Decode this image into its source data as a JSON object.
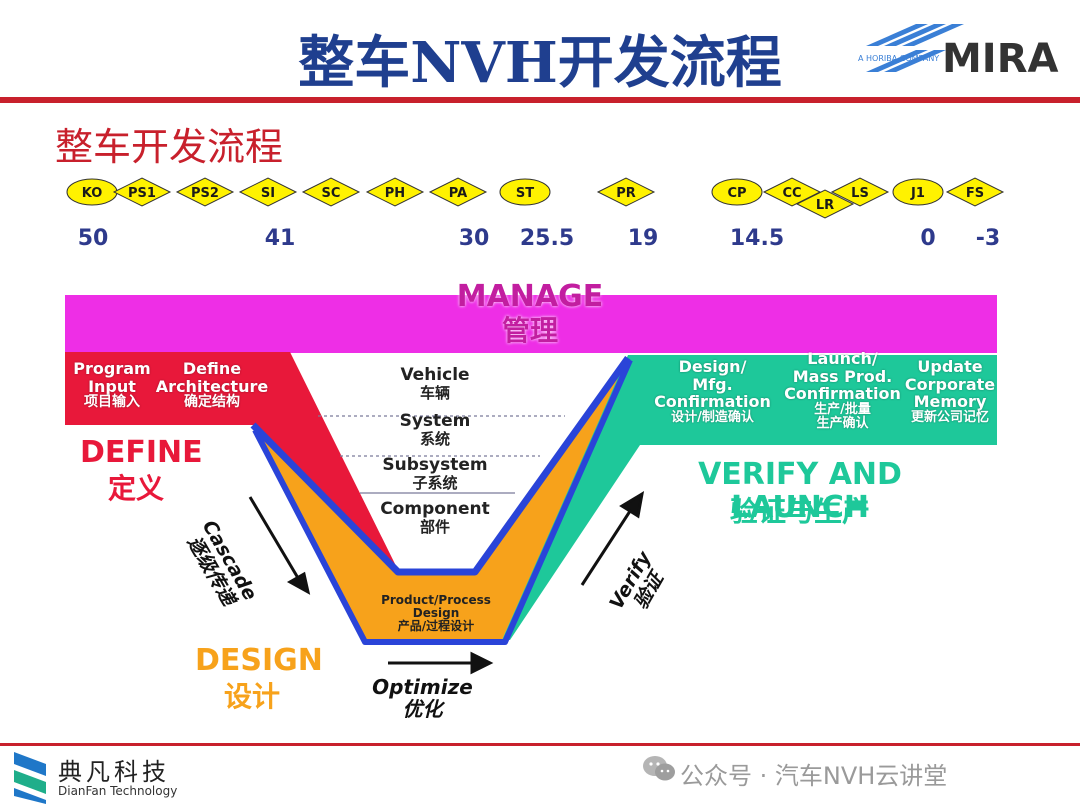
{
  "title": "整车NVH开发流程",
  "subtitle": "整车开发流程",
  "logo": {
    "tagline": "A HORIBA COMPANY",
    "brand": "MIRA"
  },
  "milestones": [
    {
      "label": "KO",
      "shape": "ellipse"
    },
    {
      "label": "PS1",
      "shape": "diamond"
    },
    {
      "label": "PS2",
      "shape": "diamond"
    },
    {
      "label": "SI",
      "shape": "diamond"
    },
    {
      "label": "SC",
      "shape": "diamond"
    },
    {
      "label": "PH",
      "shape": "diamond"
    },
    {
      "label": "PA",
      "shape": "diamond"
    },
    {
      "label": "ST",
      "shape": "ellipse"
    },
    {
      "label": "PR",
      "shape": "diamond"
    },
    {
      "label": "CP",
      "shape": "ellipse"
    },
    {
      "label": "CC",
      "shape": "diamond"
    },
    {
      "label": "LR",
      "shape": "diamond"
    },
    {
      "label": "LS",
      "shape": "diamond"
    },
    {
      "label": "J1",
      "shape": "ellipse"
    },
    {
      "label": "FS",
      "shape": "diamond"
    }
  ],
  "week_numbers": [
    "50",
    "41",
    "30",
    "25.5",
    "19",
    "14.5",
    "0",
    "-3"
  ],
  "colors": {
    "title": "#1f3f8f",
    "rule": "#c8202c",
    "milestone_fill": "#fff200",
    "manage": "#ee2ee6",
    "define": "#e8183a",
    "design": "#f7a21b",
    "verify": "#1ec89a",
    "outline": "#2a44d8",
    "week_numbers": "#2e3a8c"
  },
  "manage": {
    "en": "MANAGE",
    "cn": "管理"
  },
  "define_boxes": {
    "program_input": [
      "Program",
      "Input",
      "项目输入"
    ],
    "define_architecture": [
      "Define",
      "Architecture",
      "确定结构"
    ]
  },
  "levels": {
    "vehicle": [
      "Vehicle",
      "车辆"
    ],
    "system": [
      "System",
      "系统"
    ],
    "subsystem": [
      "Subsystem",
      "子系统"
    ],
    "component": [
      "Component",
      "部件"
    ]
  },
  "bottom_box": [
    "Product/Process",
    "Design",
    "产品/过程设计"
  ],
  "verify_boxes": {
    "design_mfg": [
      "Design/",
      "Mfg.",
      "Confirmation",
      "设计/制造确认"
    ],
    "launch": [
      "Launch/",
      "Mass Prod.",
      "Confirmation",
      "生产/批量",
      "生产确认"
    ],
    "update": [
      "Update",
      "Corporate",
      "Memory",
      "更新公司记忆"
    ]
  },
  "phases": {
    "define": {
      "en": "DEFINE",
      "cn": "定义"
    },
    "design": {
      "en": "DESIGN",
      "cn": "设计"
    },
    "verify_launch": {
      "en": "VERIFY AND LAUNCH",
      "cn": "验证与生产"
    }
  },
  "arrows": {
    "cascade": {
      "en": "Cascade",
      "cn": "逐级传递"
    },
    "optimize": {
      "en": "Optimize",
      "cn": "优化"
    },
    "verify": {
      "en": "Verify",
      "cn": "验证"
    }
  },
  "footer": {
    "company_cn": "典凡科技",
    "company_en": "DianFan Technology",
    "wechat": "公众号 · 汽车NVH云讲堂"
  }
}
